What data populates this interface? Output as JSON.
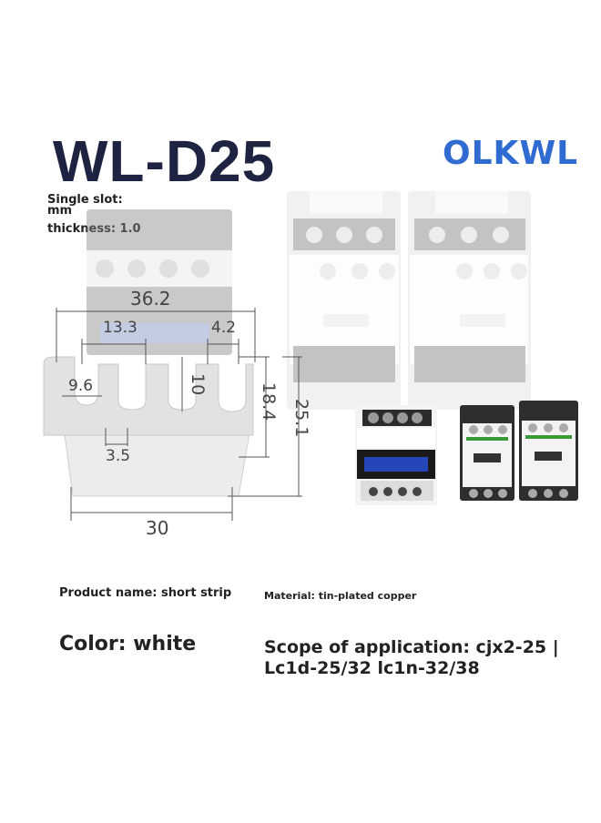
{
  "header": {
    "model": "WL-D25",
    "brand": "OLKWL"
  },
  "spec": {
    "line1": "Single slot:",
    "line2": "mm",
    "line3": "thickness: 1.0"
  },
  "dimensions": {
    "overall_width": "36.2",
    "pitch": "13.3",
    "gap": "4.2",
    "slot_width": "9.6",
    "slot_depth": "10",
    "height": "18.4",
    "total_height": "25.1",
    "tab_width": "3.5",
    "base_width": "30"
  },
  "product": {
    "name_label": "Product name: short strip",
    "material_label": "Material: tin-plated copper",
    "color_label": "Color: white",
    "scope_label": "Scope of application: cjx2-25 | Lc1d-25/32 lc1n-32/38"
  },
  "colors": {
    "title": "#1d2340",
    "brand": "#2f6bd0",
    "contactor_green": "#3a9a3a",
    "contactor_body": "#f2f2f2",
    "contactor_dark": "#2b2b2b",
    "blue_label": "#2446b8"
  },
  "icons": {
    "brand_logo": "olkwl-logo"
  }
}
